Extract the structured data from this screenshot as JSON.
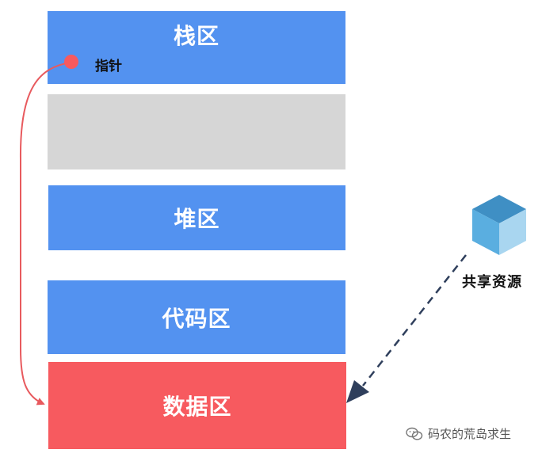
{
  "blocks": {
    "stack": "栈区",
    "heap": "堆区",
    "code": "代码区",
    "data": "数据区"
  },
  "pointer_label": "指针",
  "shared_label": "共享资源",
  "watermark": "码农的荒岛求生",
  "colors": {
    "blue_block": "#5392f0",
    "gray_block": "#d6d6d6",
    "red_block": "#f75a5f",
    "pointer_dot": "#f75a5f",
    "pointer_line": "#e85a5e",
    "dashed_arrow": "#2f3f5c",
    "cube_top": "#3f8fc4",
    "cube_left": "#5aaee0",
    "cube_right": "#a9d6f0"
  },
  "icons": {
    "shared_resource": "cube-icon",
    "watermark": "wechat-icon"
  }
}
